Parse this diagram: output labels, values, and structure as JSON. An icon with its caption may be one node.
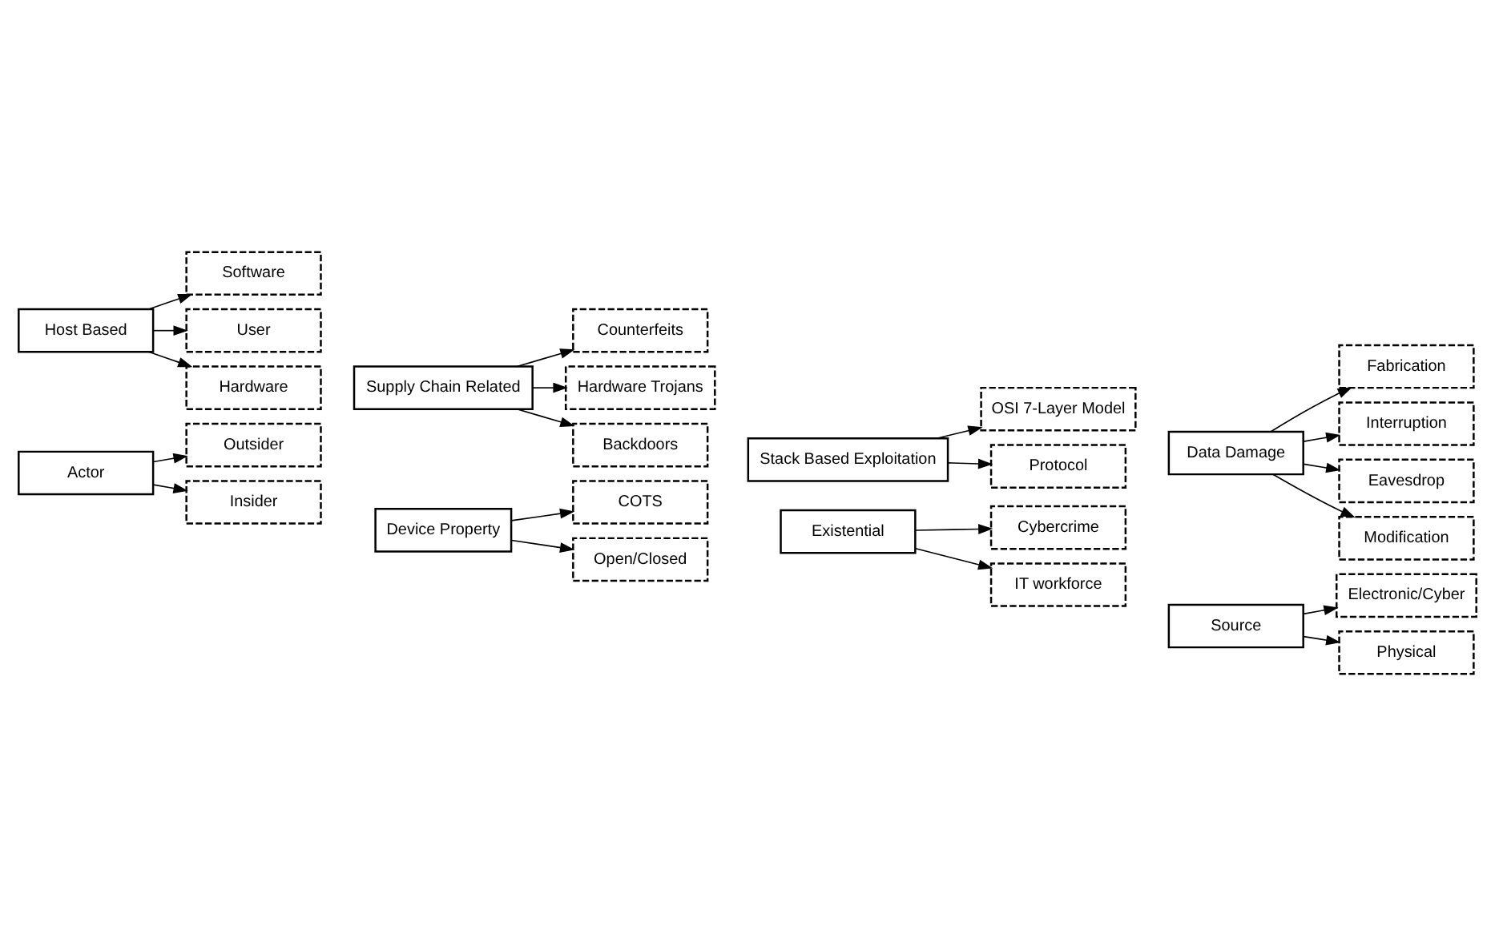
{
  "diagram": {
    "nodes": [
      {
        "text": [
          "Actor"
        ]
      },
      {
        "text": [
          "Outsider"
        ]
      },
      {
        "text": [
          "Insider"
        ]
      },
      {
        "text": [
          "Device Property"
        ]
      },
      {
        "text": [
          "COTS"
        ]
      },
      {
        "text": [
          "Open/Closed"
        ]
      },
      {
        "text": [
          "Existential"
        ]
      },
      {
        "text": [
          "Cybercrime"
        ]
      },
      {
        "text": [
          "IT workforce"
        ]
      },
      {
        "text": [
          "Source"
        ]
      },
      {
        "text": [
          "Electronic/Cyber"
        ]
      },
      {
        "text": [
          "Physical"
        ]
      },
      {
        "text": [
          "Host Based"
        ]
      },
      {
        "text": [
          "Software"
        ]
      },
      {
        "text": [
          "User"
        ]
      },
      {
        "text": [
          "Hardware"
        ]
      },
      {
        "text": [
          "Supply Chain Related"
        ]
      },
      {
        "text": [
          "Counterfeits"
        ]
      },
      {
        "text": [
          "Hardware Trojans"
        ]
      },
      {
        "text": [
          "Backdoors"
        ]
      },
      {
        "text": [
          "Stack Based Exploitation"
        ]
      },
      {
        "text": [
          "OSI 7-Layer Model"
        ]
      },
      {
        "text": [
          "Protocol"
        ]
      },
      {
        "text": [
          "Data Damage"
        ]
      },
      {
        "text": [
          "Fabrication"
        ]
      },
      {
        "text": [
          "Interruption"
        ]
      },
      {
        "text": [
          "Eavesdrop"
        ]
      },
      {
        "text": [
          "Modification"
        ]
      }
    ],
    "edges": [
      {
        "from": 0,
        "to": 1,
        "arrow": "to"
      },
      {
        "from": 0,
        "to": 2,
        "arrow": "to"
      },
      {
        "from": 3,
        "to": 4,
        "arrow": "to"
      },
      {
        "from": 3,
        "to": 5,
        "arrow": "to"
      },
      {
        "from": 6,
        "to": 7,
        "arrow": "to"
      },
      {
        "from": 6,
        "to": 8,
        "arrow": "to"
      },
      {
        "from": 9,
        "to": 10,
        "arrow": "to"
      },
      {
        "from": 9,
        "to": 11,
        "arrow": "to"
      },
      {
        "from": 12,
        "to": 13,
        "arrow": "to"
      },
      {
        "from": 12,
        "to": 14,
        "arrow": "to"
      },
      {
        "from": 12,
        "to": 15,
        "arrow": "to"
      },
      {
        "from": 16,
        "to": 17,
        "arrow": "to"
      },
      {
        "from": 16,
        "to": 18,
        "arrow": "to"
      },
      {
        "from": 16,
        "to": 19,
        "arrow": "to"
      },
      {
        "from": 20,
        "to": 21,
        "arrow": "to"
      },
      {
        "from": 20,
        "to": 22,
        "arrow": "to"
      },
      {
        "from": 23,
        "to": 24,
        "arrow": "to"
      },
      {
        "from": 23,
        "to": 25,
        "arrow": "to"
      },
      {
        "from": 23,
        "to": 26,
        "arrow": "to"
      },
      {
        "from": 23,
        "to": 27,
        "arrow": "to"
      }
    ]
  }
}
